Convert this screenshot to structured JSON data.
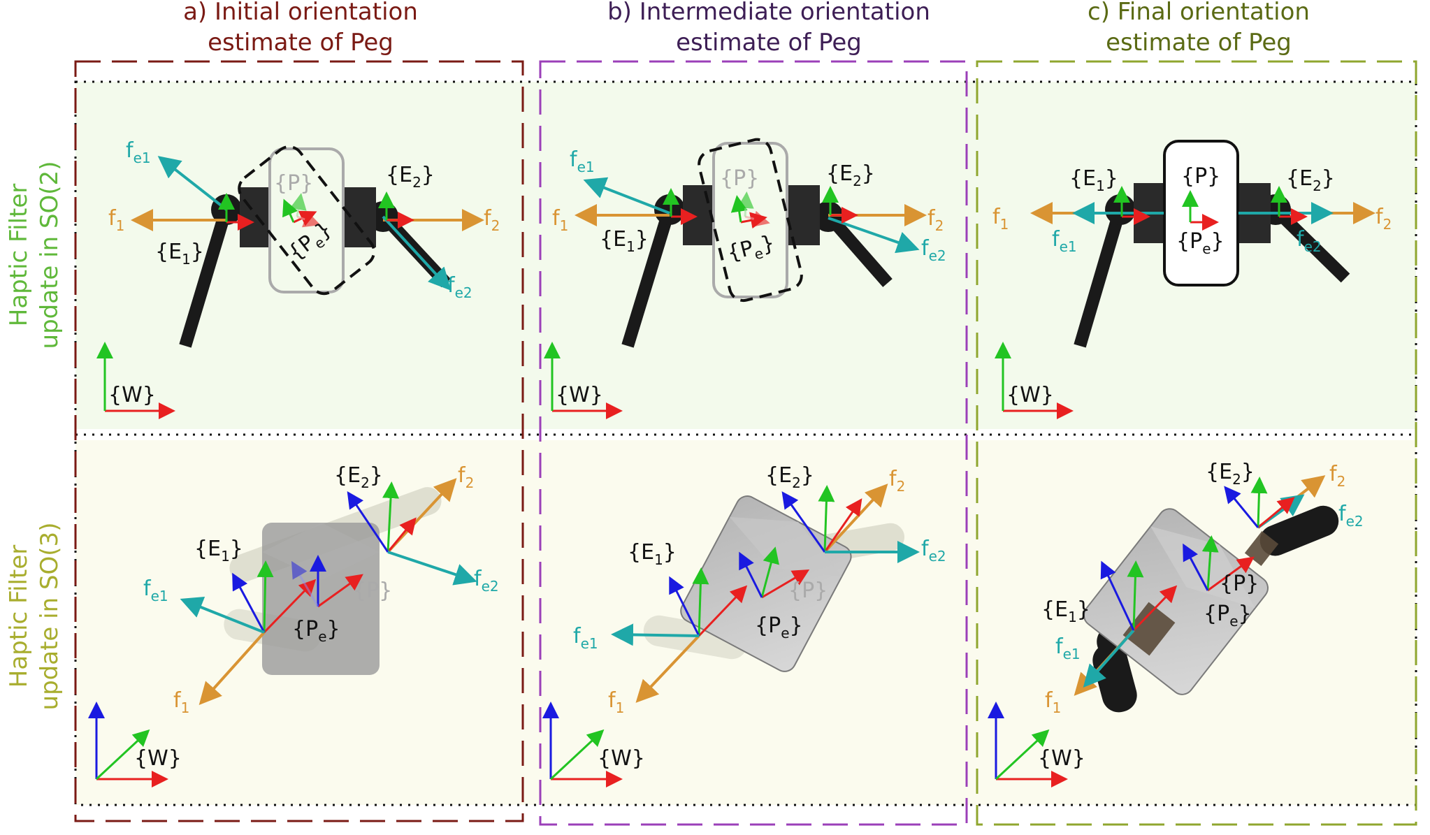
{
  "columns": [
    {
      "title_line1": "a) Initial orientation",
      "title_line2": "estimate of Peg",
      "color": "#7a1a14"
    },
    {
      "title_line1": "b) Intermediate orientation",
      "title_line2": "estimate of Peg",
      "color": "#3d1e55"
    },
    {
      "title_line1": "c) Final orientation",
      "title_line2": "estimate of Peg",
      "color": "#5a6a14"
    }
  ],
  "rows": [
    {
      "label_line1": "Haptic Filter",
      "label_line2": "update in SO(2)",
      "color": "#5fb83a",
      "bg": "#f3faec"
    },
    {
      "label_line1": "Haptic Filter",
      "label_line2": "update in SO(3)",
      "color": "#a8ad2e",
      "bg": "#fbfbee"
    }
  ],
  "frame_colors": [
    "#7a1a14",
    "#9b3fb8",
    "#8fa62e"
  ],
  "labels": {
    "world": "{W}",
    "e1": "E",
    "e1_sub": "1",
    "e2": "E",
    "e2_sub": "2",
    "p": "{P}",
    "pe": "P",
    "pe_sub": "e",
    "f1": "f",
    "f1_sub": "1",
    "f2": "f",
    "f2_sub": "2",
    "fe1": "f",
    "fe1_sub": "e1",
    "fe2": "f",
    "fe2_sub": "e2"
  },
  "colors": {
    "force": "#d99433",
    "estimated_force": "#1fa8a8",
    "x_axis": "#e82020",
    "y_axis": "#22c422",
    "z_axis": "#1a1ae0",
    "gripper": "#1a1a1a",
    "peg_estimate": "#aaaaaa",
    "cube": "#9a9a9a"
  }
}
